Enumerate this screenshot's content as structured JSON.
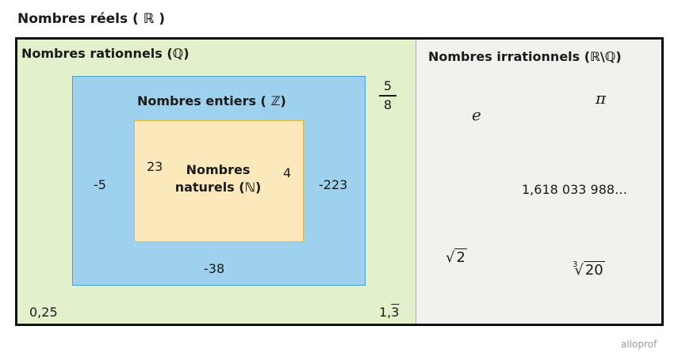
{
  "title": "Nombres réels ( ℝ )",
  "sets": {
    "rational_label": "Nombres rationnels (ℚ)",
    "irrational_label": "Nombres irrationnels (ℝ\\ℚ)",
    "integer_label": "Nombres entiers ( ℤ)",
    "natural_label_line1": "Nombres",
    "natural_label_line2": "naturels (ℕ)"
  },
  "examples": {
    "natural": [
      "23",
      "4"
    ],
    "integer": [
      "-5",
      "-223",
      "-38"
    ],
    "rational": {
      "fraction_num": "5",
      "fraction_den": "8",
      "decimal": "0,25",
      "repeating_int": "1,",
      "repeating_digit": "3"
    },
    "irrational": {
      "e": "e",
      "pi": "π",
      "golden": "1,618 033 988…",
      "sqrt_radicand": "2",
      "cbrt_index": "3",
      "cbrt_radicand": "20",
      "radical_sign": "√"
    }
  },
  "logo": "alloprof",
  "colors": {
    "rational": "#e2f0cc",
    "irrational": "#f2f1ee",
    "integer": "#9dd1ee",
    "natural": "#fbe9bb"
  }
}
